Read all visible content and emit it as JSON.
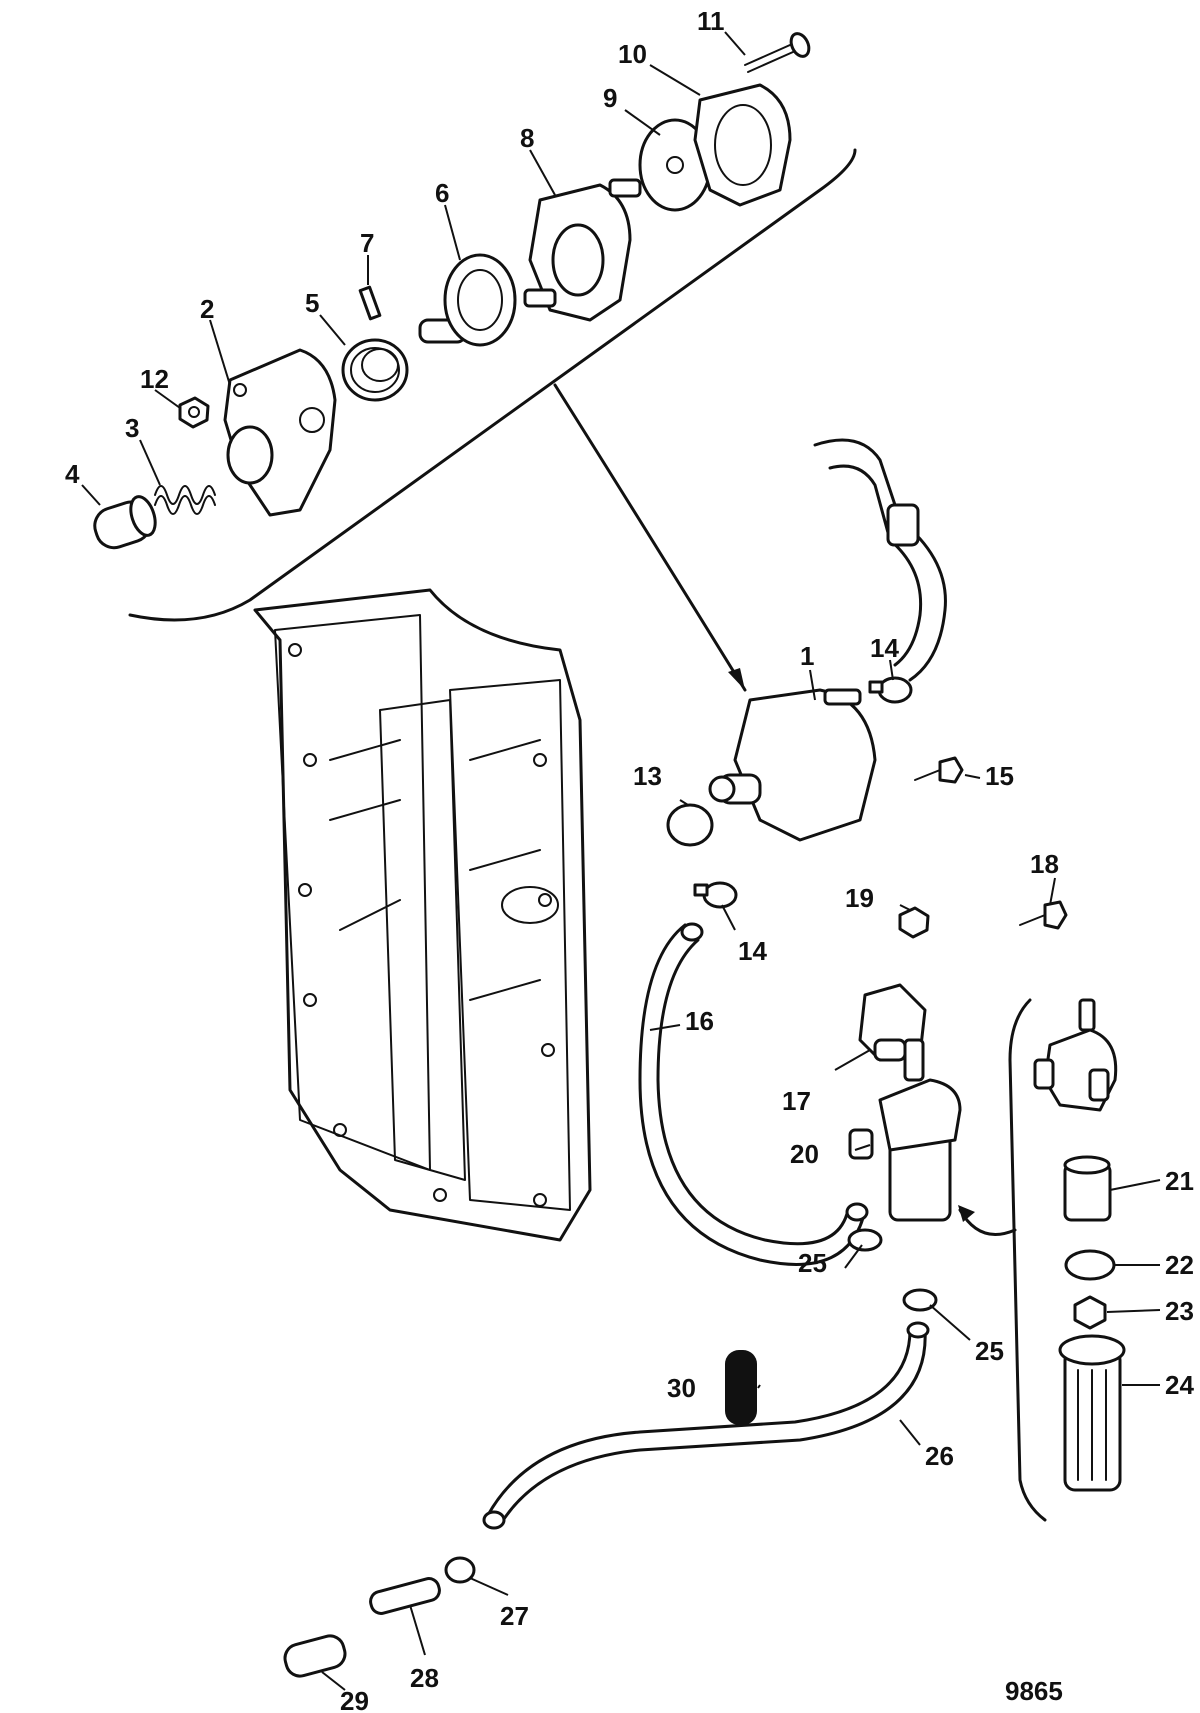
{
  "diagram": {
    "figure_number": "9865",
    "callouts": [
      {
        "id": "c1",
        "text": "1"
      },
      {
        "id": "c2",
        "text": "2"
      },
      {
        "id": "c3",
        "text": "3"
      },
      {
        "id": "c4",
        "text": "4"
      },
      {
        "id": "c5",
        "text": "5"
      },
      {
        "id": "c6",
        "text": "6"
      },
      {
        "id": "c7",
        "text": "7"
      },
      {
        "id": "c8",
        "text": "8"
      },
      {
        "id": "c9",
        "text": "9"
      },
      {
        "id": "c10",
        "text": "10"
      },
      {
        "id": "c11",
        "text": "11"
      },
      {
        "id": "c12",
        "text": "12"
      },
      {
        "id": "c13",
        "text": "13"
      },
      {
        "id": "c14a",
        "text": "14"
      },
      {
        "id": "c14b",
        "text": "14"
      },
      {
        "id": "c15",
        "text": "15"
      },
      {
        "id": "c16",
        "text": "16"
      },
      {
        "id": "c17",
        "text": "17"
      },
      {
        "id": "c18",
        "text": "18"
      },
      {
        "id": "c19",
        "text": "19"
      },
      {
        "id": "c20",
        "text": "20"
      },
      {
        "id": "c21",
        "text": "21"
      },
      {
        "id": "c22",
        "text": "22"
      },
      {
        "id": "c23",
        "text": "23"
      },
      {
        "id": "c24",
        "text": "24"
      },
      {
        "id": "c25a",
        "text": "25"
      },
      {
        "id": "c25b",
        "text": "25"
      },
      {
        "id": "c26",
        "text": "26"
      },
      {
        "id": "c27",
        "text": "27"
      },
      {
        "id": "c28",
        "text": "28"
      },
      {
        "id": "c29",
        "text": "29"
      },
      {
        "id": "c30",
        "text": "30"
      }
    ]
  }
}
